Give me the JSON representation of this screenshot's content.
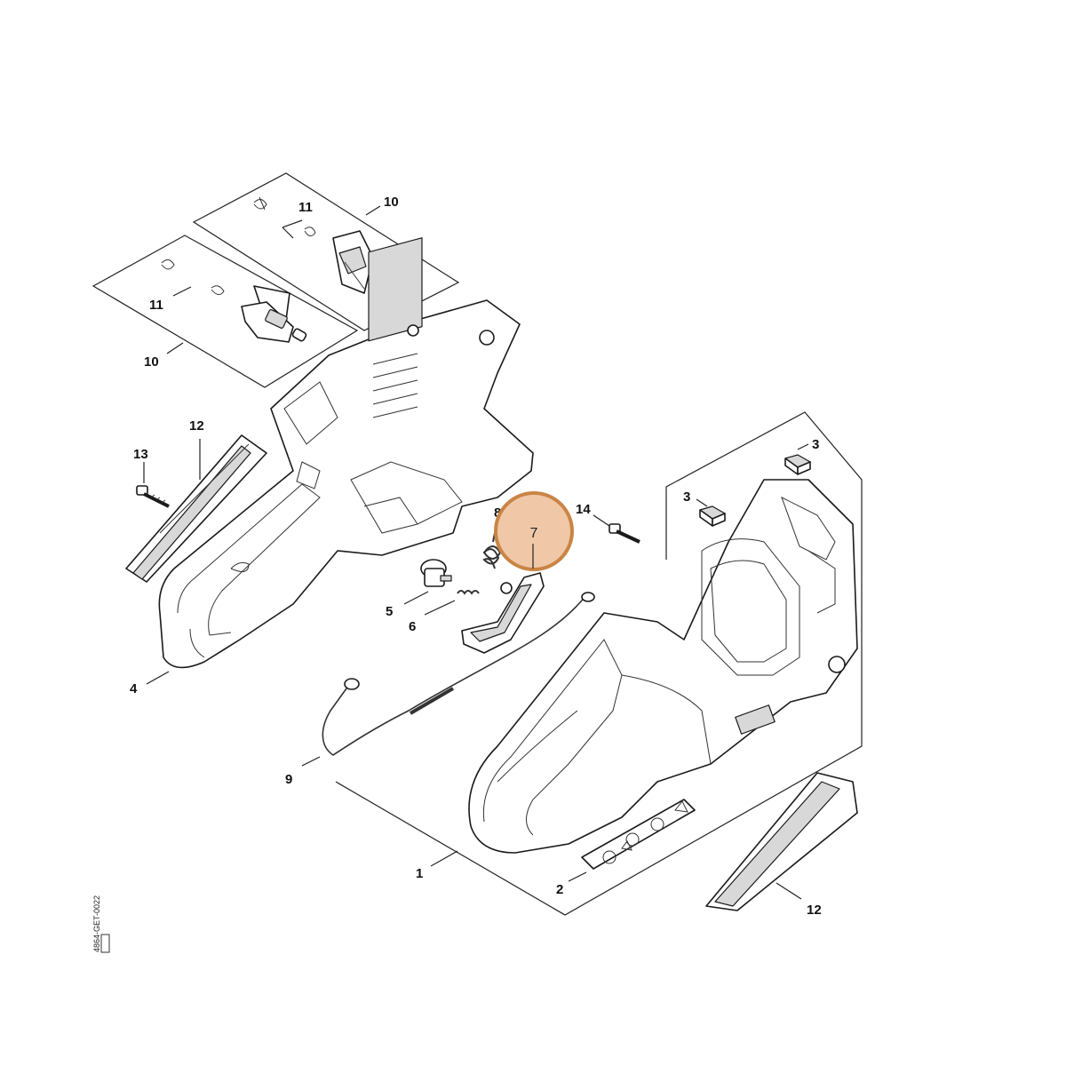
{
  "diagram": {
    "callouts": {
      "c10a": "10",
      "c11a": "11",
      "c11b": "11",
      "c10b": "10",
      "c12a": "12",
      "c13": "13",
      "c8": "8",
      "c14": "14",
      "c3a": "3",
      "c3b": "3",
      "c5": "5",
      "c6": "6",
      "c4": "4",
      "c9": "9",
      "c1": "1",
      "c2": "2",
      "c12b": "12"
    },
    "highlight": {
      "label": "7",
      "fill": "#f0c8a8",
      "stroke": "#c98545"
    },
    "drawing_code": "4864-GET-0022"
  }
}
